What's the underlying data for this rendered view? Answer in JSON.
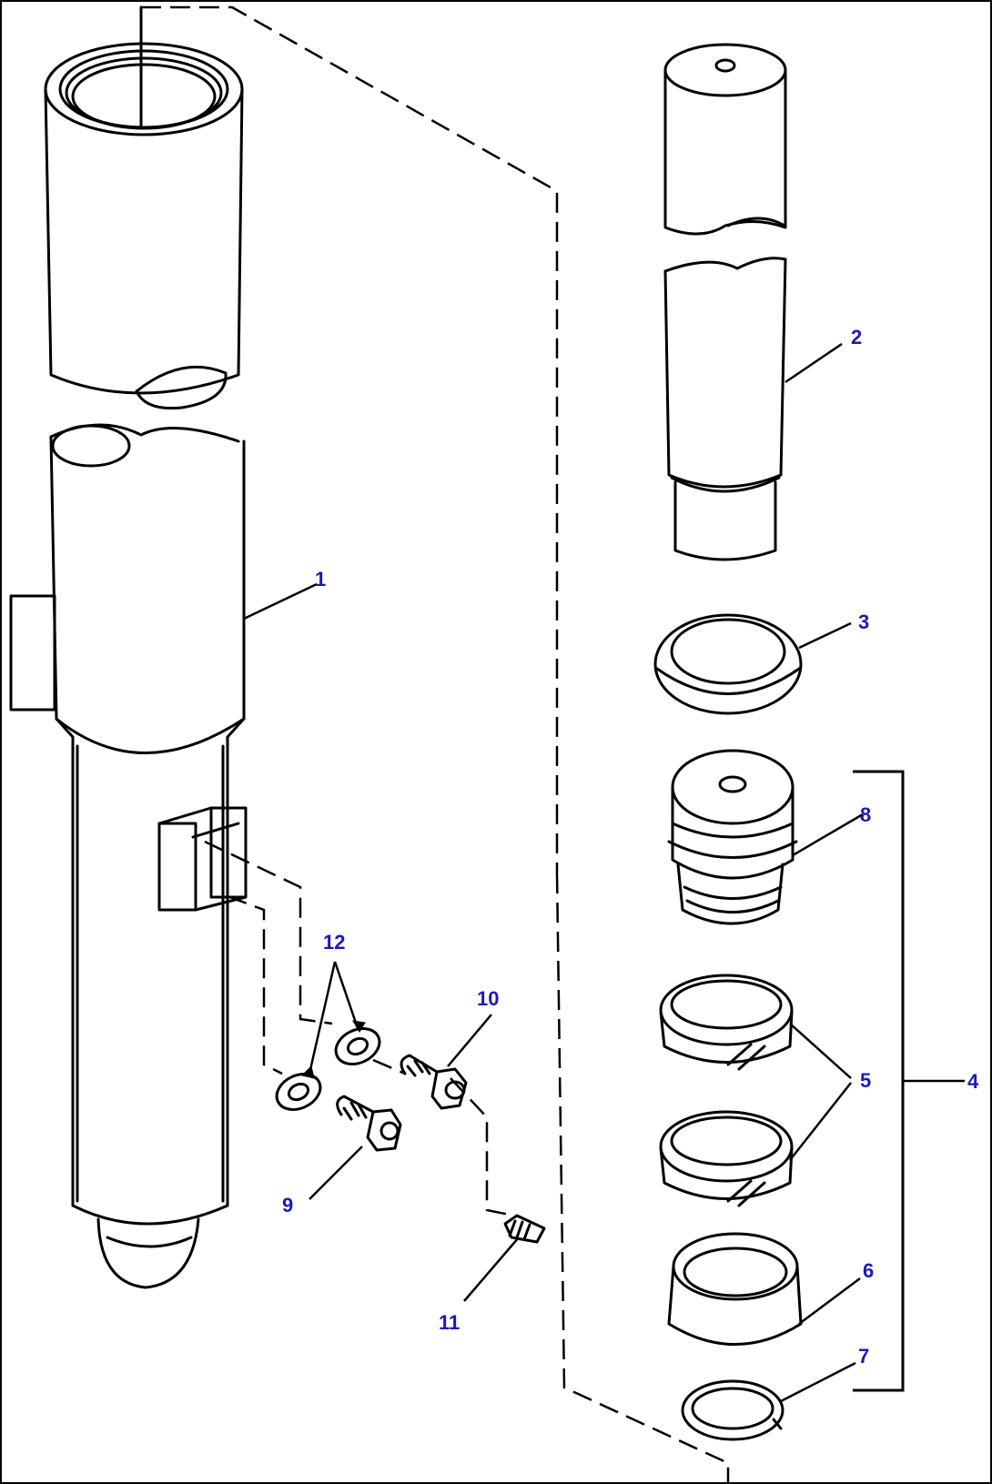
{
  "callouts": {
    "c1": "1",
    "c2": "2",
    "c3": "3",
    "c4": "4",
    "c5": "5",
    "c6": "6",
    "c7": "7",
    "c8": "8",
    "c9": "9",
    "c10": "10",
    "c11": "11",
    "c12": "12"
  },
  "colors": {
    "callout_text": "#1a1ab8",
    "line_art": "#000000",
    "background": "#ffffff"
  }
}
